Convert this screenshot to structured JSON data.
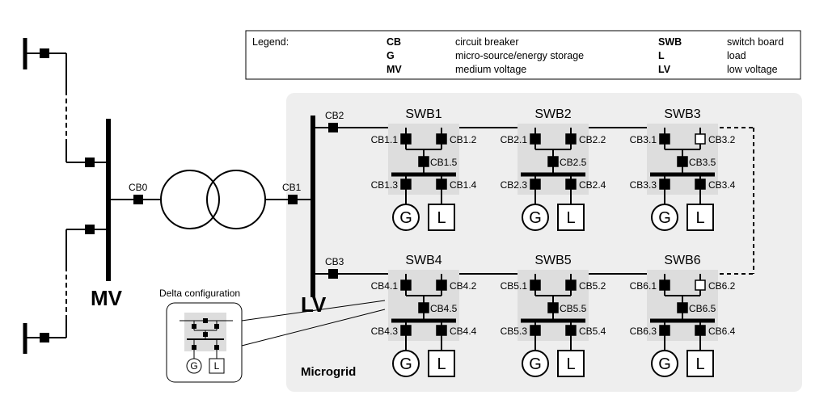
{
  "legend": {
    "title": "Legend:",
    "entries": [
      {
        "abbr": "CB",
        "desc": "circuit breaker"
      },
      {
        "abbr": "G",
        "desc": "micro-source/energy storage"
      },
      {
        "abbr": "MV",
        "desc": "medium voltage"
      },
      {
        "abbr": "SWB",
        "desc": "switch board"
      },
      {
        "abbr": "L",
        "desc": "load"
      },
      {
        "abbr": "LV",
        "desc": "low voltage"
      }
    ]
  },
  "buses": {
    "mv": "MV",
    "lv": "LV"
  },
  "breakers": {
    "cb0": "CB0",
    "cb1": "CB1",
    "cb2": "CB2",
    "cb3": "CB3"
  },
  "microgrid_label": "Microgrid",
  "delta": {
    "title": "Delta configuration",
    "generator": "G",
    "load": "L"
  },
  "generator_symbol": "G",
  "load_symbol": "L",
  "switchboards": [
    {
      "name": "SWB1",
      "breakers": [
        "CB1.1",
        "CB1.2",
        "CB1.5",
        "CB1.3",
        "CB1.4"
      ],
      "open": []
    },
    {
      "name": "SWB2",
      "breakers": [
        "CB2.1",
        "CB2.2",
        "CB2.5",
        "CB2.3",
        "CB2.4"
      ],
      "open": []
    },
    {
      "name": "SWB3",
      "breakers": [
        "CB3.1",
        "CB3.2",
        "CB3.5",
        "CB3.3",
        "CB3.4"
      ],
      "open": [
        "CB3.2"
      ]
    },
    {
      "name": "SWB4",
      "breakers": [
        "CB4.1",
        "CB4.2",
        "CB4.5",
        "CB4.3",
        "CB4.4"
      ],
      "open": []
    },
    {
      "name": "SWB5",
      "breakers": [
        "CB5.1",
        "CB5.2",
        "CB5.5",
        "CB5.3",
        "CB5.4"
      ],
      "open": []
    },
    {
      "name": "SWB6",
      "breakers": [
        "CB6.1",
        "CB6.2",
        "CB6.5",
        "CB6.3",
        "CB6.4"
      ],
      "open": [
        "CB6.2"
      ]
    }
  ],
  "colors": {
    "panel": "#eeeeee",
    "swb_fill": "#dddddd",
    "line": "#000000",
    "open_breaker": "#ffffff"
  }
}
